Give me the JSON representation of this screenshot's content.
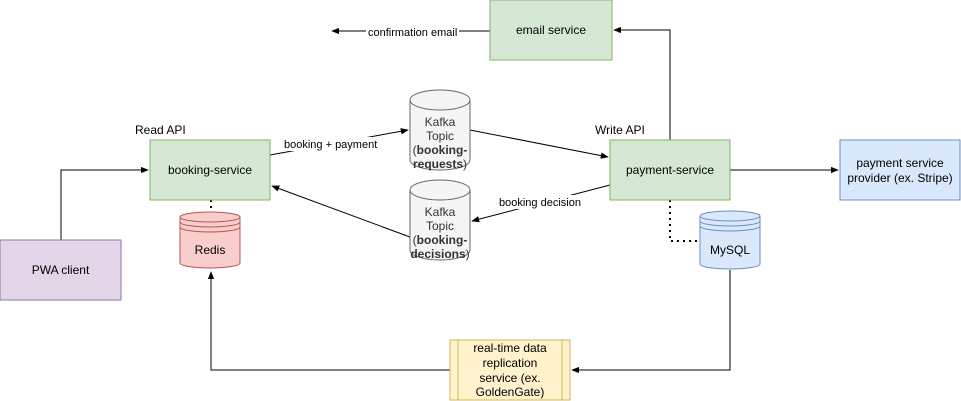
{
  "nodes": {
    "pwa_client": "PWA client",
    "booking_service": "booking-service",
    "payment_service": "payment-service",
    "email_service": "email service",
    "redis": "Redis",
    "mysql": "MySQL",
    "payment_provider": [
      "payment service",
      "provider (ex. Stripe)"
    ],
    "replication": [
      "real-time data",
      "replication",
      "service (ex.",
      "GoldenGate)"
    ],
    "kafka_requests": {
      "line1": "Kafka",
      "line2": "Topic",
      "line3_prefix": "(",
      "line3_bold": "booking-",
      "line4_bold": "requests",
      "line4_suffix": ")"
    },
    "kafka_decisions": {
      "line1": "Kafka",
      "line2": "Topic",
      "line3_prefix": "(",
      "line3_bold": "booking-",
      "line4_bold": "decisions",
      "line4_suffix": ")"
    }
  },
  "labels": {
    "read_api": "Read API",
    "write_api": "Write API",
    "booking_payment": "booking + payment",
    "booking_decision": "booking decision",
    "confirmation_email": "confirmation email"
  },
  "colors": {
    "green_fill": "#d5e8d4",
    "green_stroke": "#82b366",
    "purple_fill": "#e1d5e7",
    "purple_stroke": "#9673a6",
    "red_fill": "#f8cecc",
    "red_stroke": "#b85450",
    "blue_fill": "#dae8fc",
    "blue_stroke": "#6c8ebf",
    "yellow_fill": "#fff2cc",
    "yellow_stroke": "#d6b656",
    "gray_fill": "#f5f5f5",
    "gray_stroke": "#666666"
  }
}
